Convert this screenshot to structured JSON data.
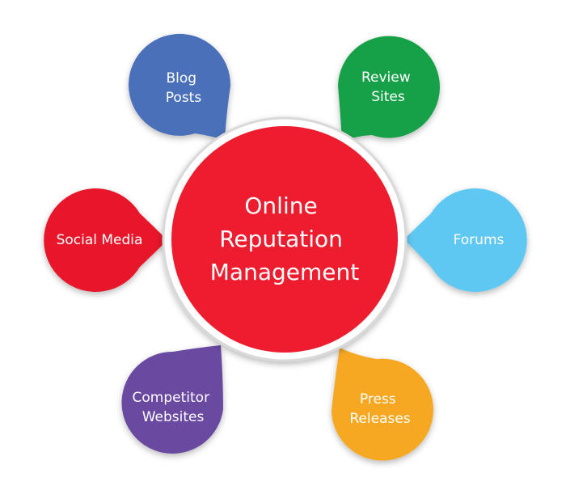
{
  "center": {
    "lines": [
      "Online",
      "Reputation",
      "Management"
    ],
    "color": "#ed1c2e",
    "ring_color": "#d9d9d9"
  },
  "nodes": [
    {
      "id": "blog-posts",
      "lines": [
        "Blog",
        "Posts"
      ],
      "color": "#4a6fb8"
    },
    {
      "id": "review-sites",
      "lines": [
        "Review",
        "Sites"
      ],
      "color": "#19a148"
    },
    {
      "id": "social-media",
      "lines": [
        "Social Media"
      ],
      "color": "#e8192c"
    },
    {
      "id": "forums",
      "lines": [
        "Forums"
      ],
      "color": "#5fc8f2"
    },
    {
      "id": "competitor-websites",
      "lines": [
        "Competitor",
        "Websites"
      ],
      "color": "#6a4aa1"
    },
    {
      "id": "press-releases",
      "lines": [
        "Press",
        "Releases"
      ],
      "color": "#f7a823"
    }
  ]
}
